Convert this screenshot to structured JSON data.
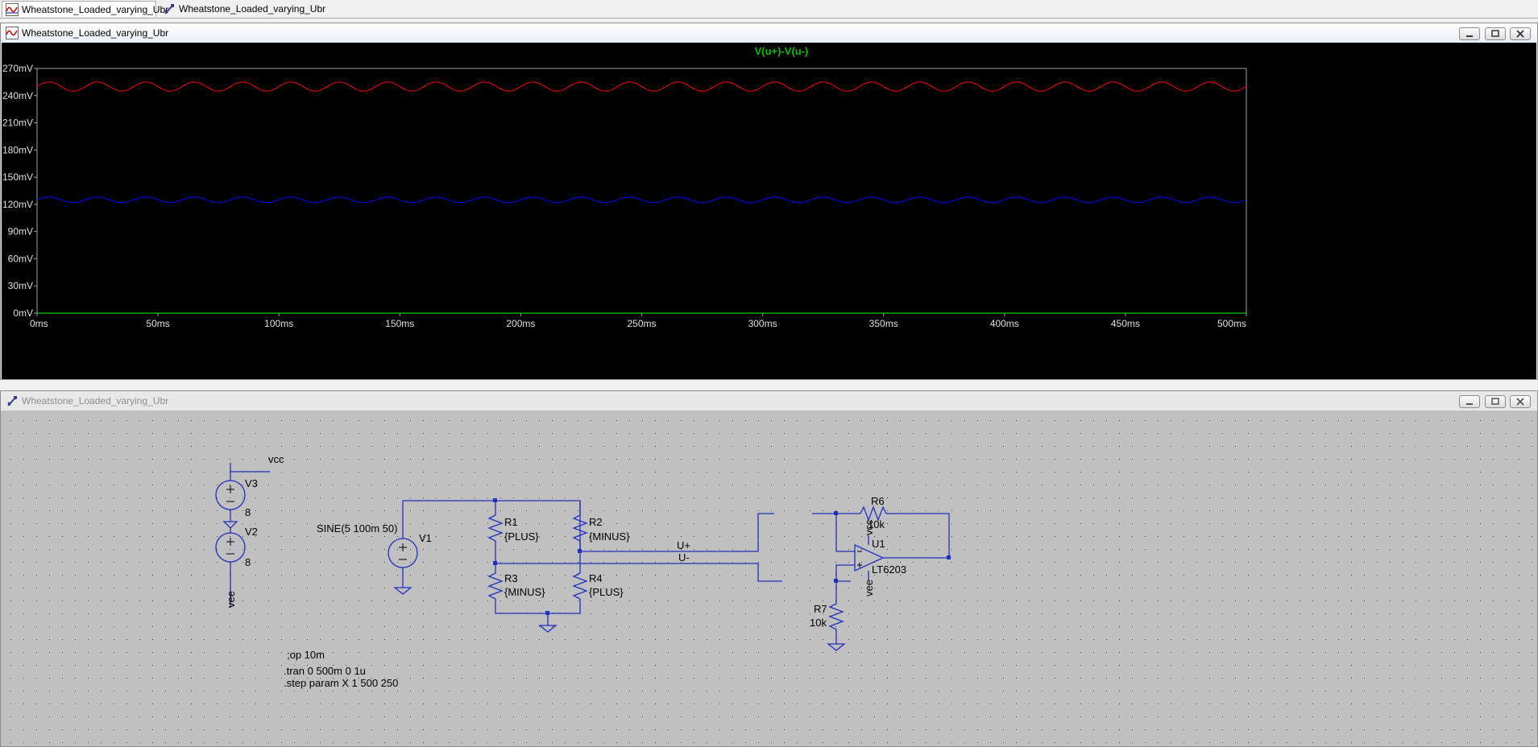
{
  "tabs": [
    {
      "label": "Wheatstone_Loaded_varying_Ubr",
      "icon": "waveform-icon",
      "active": true
    },
    {
      "label": "Wheatstone_Loaded_varying_Ubr",
      "icon": "schematic-icon",
      "active": false
    }
  ],
  "plot_window": {
    "title": "Wheatstone_Loaded_varying_Ubr",
    "trace_label": "V(u+)-V(u-)",
    "trace_label_color": "#00c000",
    "background": "#000000",
    "buttons": [
      "minimize",
      "restore",
      "close"
    ]
  },
  "chart_data": {
    "type": "line",
    "title": "V(u+)-V(u-)",
    "xlabel": "",
    "ylabel": "",
    "x_ticks": [
      "0ms",
      "50ms",
      "100ms",
      "150ms",
      "200ms",
      "250ms",
      "300ms",
      "350ms",
      "400ms",
      "450ms",
      "500ms"
    ],
    "y_ticks": [
      "0mV",
      "30mV",
      "60mV",
      "90mV",
      "120mV",
      "150mV",
      "180mV",
      "210mV",
      "240mV",
      "270mV"
    ],
    "xlim": [
      0,
      500
    ],
    "ylim": [
      0,
      270
    ],
    "series": [
      {
        "color": "#ff0000",
        "shape": "sine",
        "offset_mV": 250,
        "amplitude_mV": 5,
        "frequency_Hz": 50
      },
      {
        "color": "#0000ff",
        "shape": "sine",
        "offset_mV": 125,
        "amplitude_mV": 3,
        "frequency_Hz": 50
      },
      {
        "color": "#00ff00",
        "shape": "constant",
        "offset_mV": 0
      }
    ]
  },
  "schematic_window": {
    "title": "Wheatstone_Loaded_varying_Ubr",
    "buttons": [
      "minimize",
      "restore",
      "close"
    ],
    "labels": {
      "vcc": "vcc",
      "vee": "vee",
      "v3": "V3",
      "v3_val": "8",
      "v2": "V2",
      "v2_val": "8",
      "sine": "SINE(5 100m 50)",
      "v1": "V1",
      "r1": "R1",
      "r1_val": "{PLUS}",
      "r2": "R2",
      "r2_val": "{MINUS}",
      "r3": "R3",
      "r3_val": "{MINUS}",
      "r4": "R4",
      "r4_val": "{PLUS}",
      "uplus": "U+",
      "uminus": "U-",
      "r6": "R6",
      "r6_val": "10k",
      "u1": "U1",
      "u1_model": "LT6203",
      "u1_vcc": "vcc",
      "u1_vee": "vee",
      "r7": "R7",
      "r7_val": "10k",
      "op_cmd": ";op 10m",
      "tran_cmd": ".tran 0 500m 0 1u",
      "step_cmd": ".step param X 1 500 250"
    }
  }
}
